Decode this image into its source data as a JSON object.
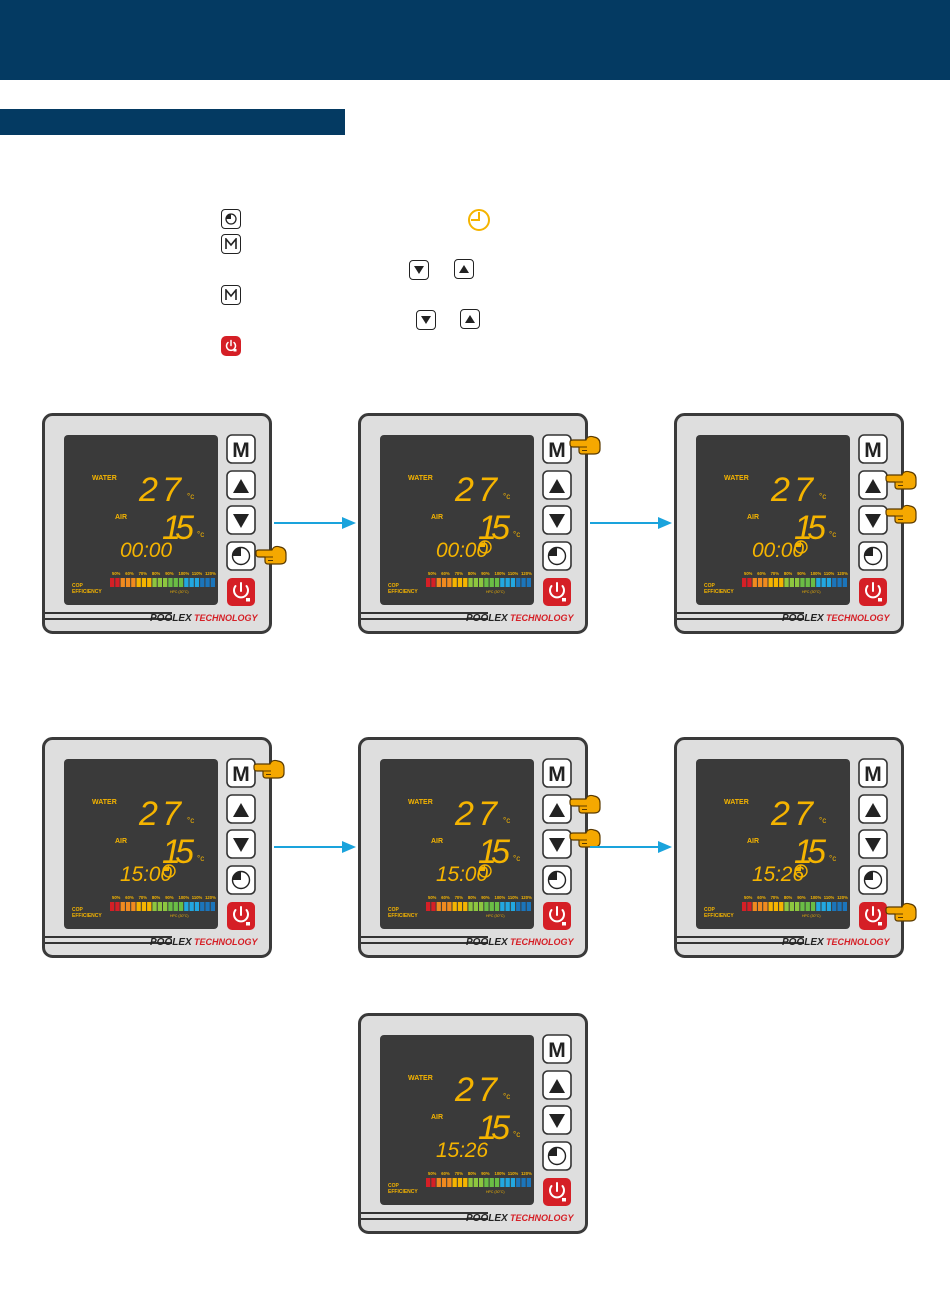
{
  "colors": {
    "navy": "#043a62",
    "panel_border": "#3a3a3a",
    "panel_face": "#dedede",
    "lcd_bg": "#3a3a3a",
    "lcd_text": "#f5b400",
    "power_red": "#d51f26",
    "arrow_blue": "#1aa3dc",
    "finger": "#f5a800",
    "cop_bars": [
      "#d51f26",
      "#d51f26",
      "#f08a1f",
      "#f08a1f",
      "#f08a1f",
      "#f5b400",
      "#f5b400",
      "#f5b400",
      "#8dc63f",
      "#8dc63f",
      "#8dc63f",
      "#6abd45",
      "#6abd45",
      "#6abd45",
      "#22a7e0",
      "#22a7e0",
      "#22a7e0",
      "#1b75bb",
      "#1b75bb",
      "#1b75bb"
    ]
  },
  "icons": {
    "timer_key": "timer-clock-icon",
    "mode_key": "m-mode-icon",
    "down_key": "down-triangle-icon",
    "up_key": "up-triangle-icon",
    "power_key": "power-lock-icon",
    "indicator": "clock-indicator-icon",
    "finger": "pointing-finger-icon"
  },
  "lcd": {
    "water_label": "WATER",
    "air_label": "AIR",
    "water_value": "27",
    "air_value": "15",
    "unit": "°c",
    "cop_line1": "COP",
    "cop_line2": "EFFICIENCY",
    "cop_scale": [
      "50%",
      "60%",
      "70%",
      "80%",
      "90%",
      "100%",
      "110%",
      "120%"
    ],
    "cop_sub": "HPC (30°C)",
    "key_m": "M"
  },
  "brand": {
    "name": "POOLEX",
    "suffix": "TECHNOLOGY"
  },
  "panels": [
    {
      "time": "00:00",
      "clock_indicator": false,
      "pressed": [
        "timer"
      ]
    },
    {
      "time": "00:00",
      "clock_indicator": true,
      "pressed": [
        "m"
      ]
    },
    {
      "time": "00:00",
      "clock_indicator": true,
      "pressed": [
        "up",
        "down"
      ]
    },
    {
      "time": "15:00",
      "clock_indicator": true,
      "pressed": [
        "m"
      ]
    },
    {
      "time": "15:00",
      "clock_indicator": true,
      "pressed": [
        "up",
        "down"
      ]
    },
    {
      "time": "15:26",
      "clock_indicator": true,
      "pressed": [
        "power"
      ]
    },
    {
      "time": "15:26",
      "clock_indicator": false,
      "pressed": []
    }
  ]
}
